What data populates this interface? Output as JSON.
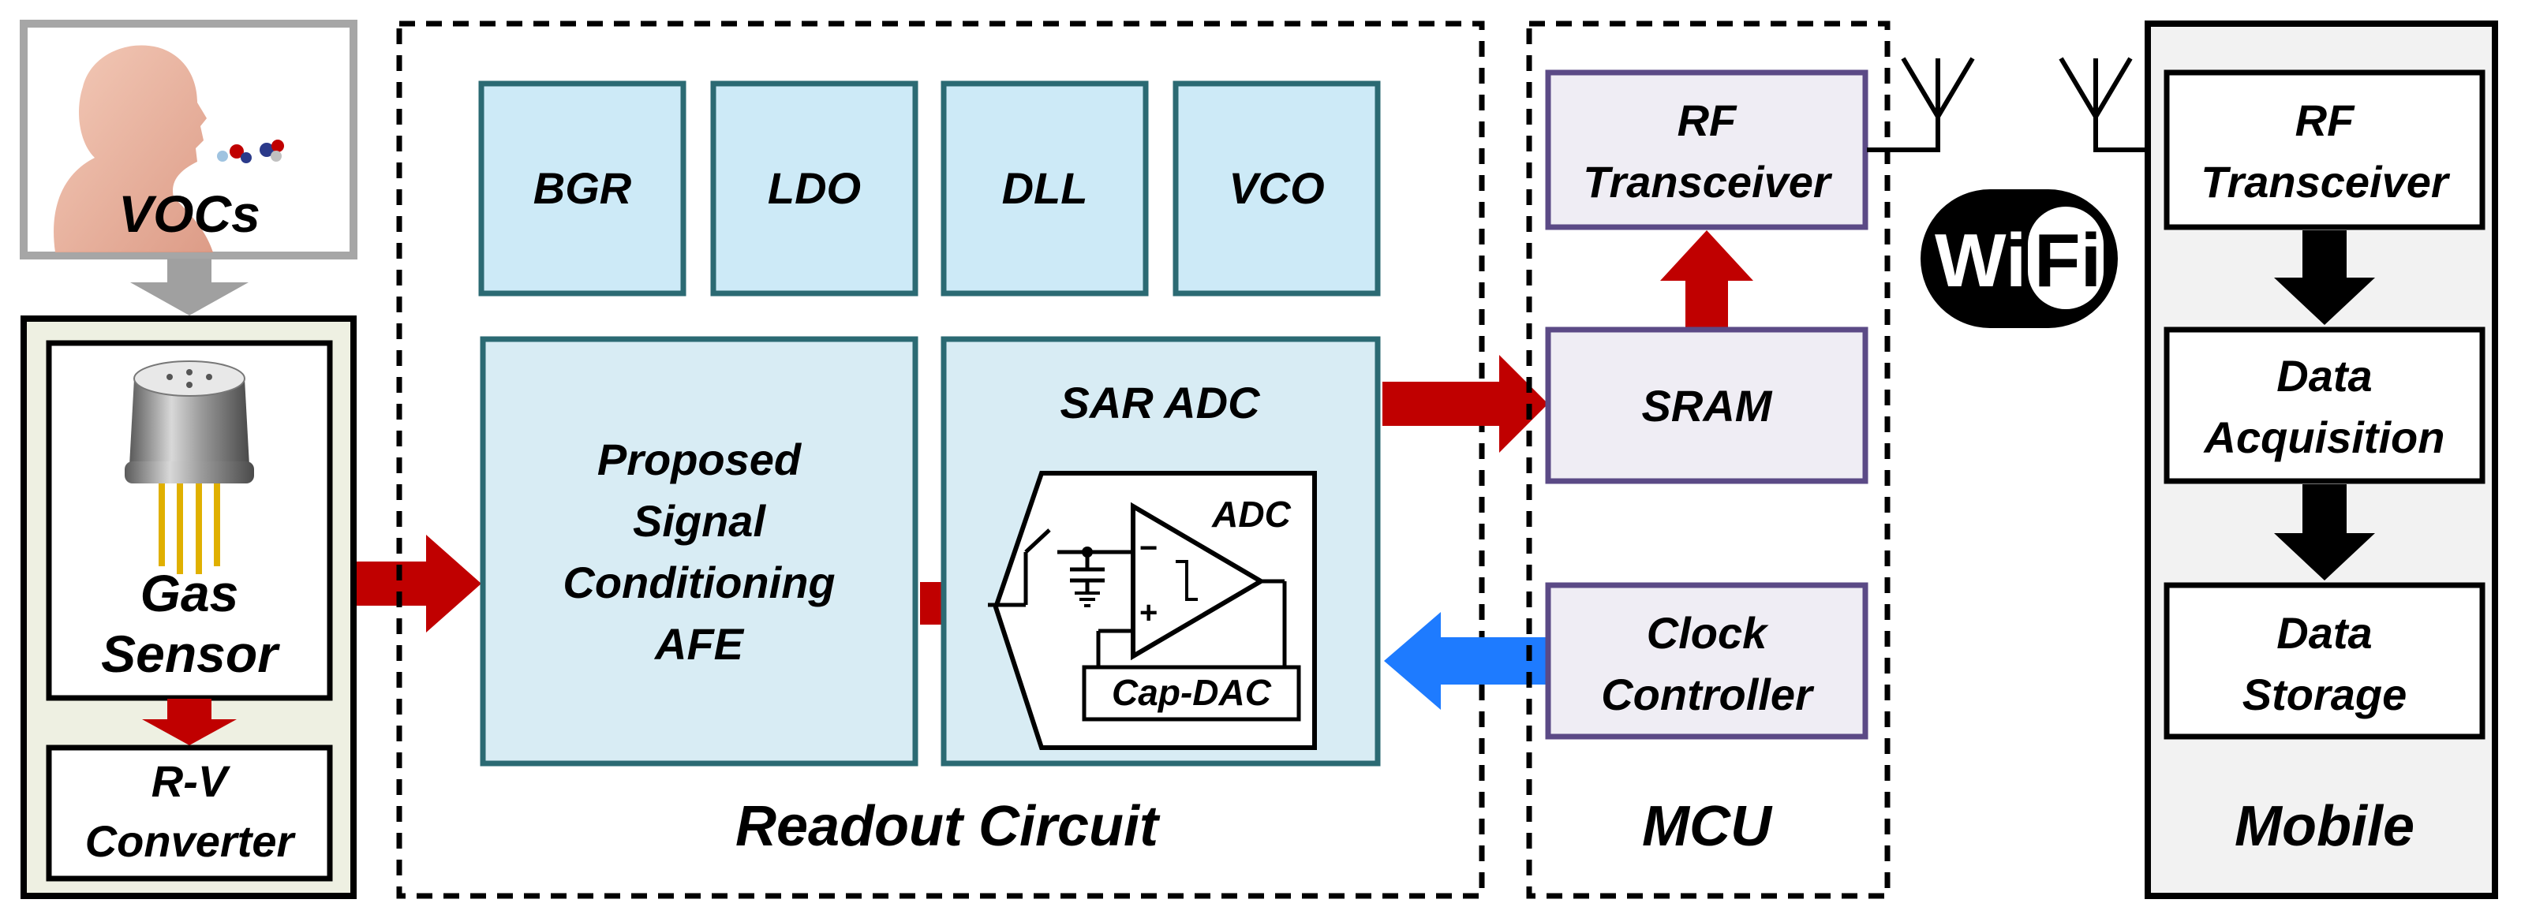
{
  "diagram": {
    "vocs_label": "VOCs",
    "gas_sensor": {
      "line1": "Gas",
      "line2": "Sensor"
    },
    "rv_converter": {
      "line1": "R-V",
      "line2": "Converter"
    },
    "readout": {
      "title": "Readout Circuit",
      "blocks": {
        "bgr": "BGR",
        "ldo": "LDO",
        "dll": "DLL",
        "vco": "VCO"
      },
      "afe": {
        "line1": "Proposed",
        "line2": "Signal",
        "line3": "Conditioning",
        "line4": "AFE"
      },
      "sar_adc": "SAR ADC",
      "adc_label": "ADC",
      "cap_dac": "Cap-DAC"
    },
    "mcu": {
      "title": "MCU",
      "rf": {
        "line1": "RF",
        "line2": "Transceiver"
      },
      "sram": "SRAM",
      "clock": {
        "line1": "Clock",
        "line2": "Controller"
      }
    },
    "wifi": {
      "part1": "Wi",
      "part2": "Fi"
    },
    "mobile": {
      "title": "Mobile",
      "rf": {
        "line1": "RF",
        "line2": "Transceiver"
      },
      "acq": {
        "line1": "Data",
        "line2": "Acquisition"
      },
      "storage": {
        "line1": "Data",
        "line2": "Storage"
      }
    },
    "colors": {
      "red_arrow": "#c00000",
      "blue_arrow": "#1e7bff",
      "teal_border": "#2b6a73",
      "light_blue_fill": "#cdeaf7",
      "large_block_fill": "#d8ecf4",
      "purple_border": "#5b4a86",
      "lavender_fill": "#efedf4",
      "sensor_bg": "#eef0e2",
      "mobile_bg": "#f2f2f2",
      "gray_arrow": "#a0a0a0"
    }
  }
}
